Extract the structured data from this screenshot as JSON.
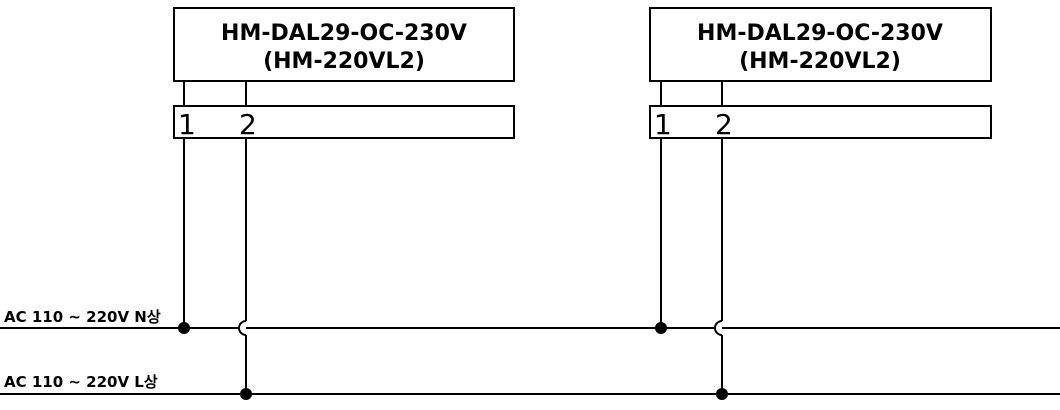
{
  "devices": [
    {
      "model": "HM-DAL29-OC-230V",
      "alt_model": "(HM-220VL2)",
      "terminals": [
        "1",
        "2"
      ]
    },
    {
      "model": "HM-DAL29-OC-230V",
      "alt_model": "(HM-220VL2)",
      "terminals": [
        "1",
        "2"
      ]
    }
  ],
  "buses": {
    "n_phase": "AC 110 ~ 220V N상",
    "l_phase": "AC 110 ~ 220V L상"
  }
}
